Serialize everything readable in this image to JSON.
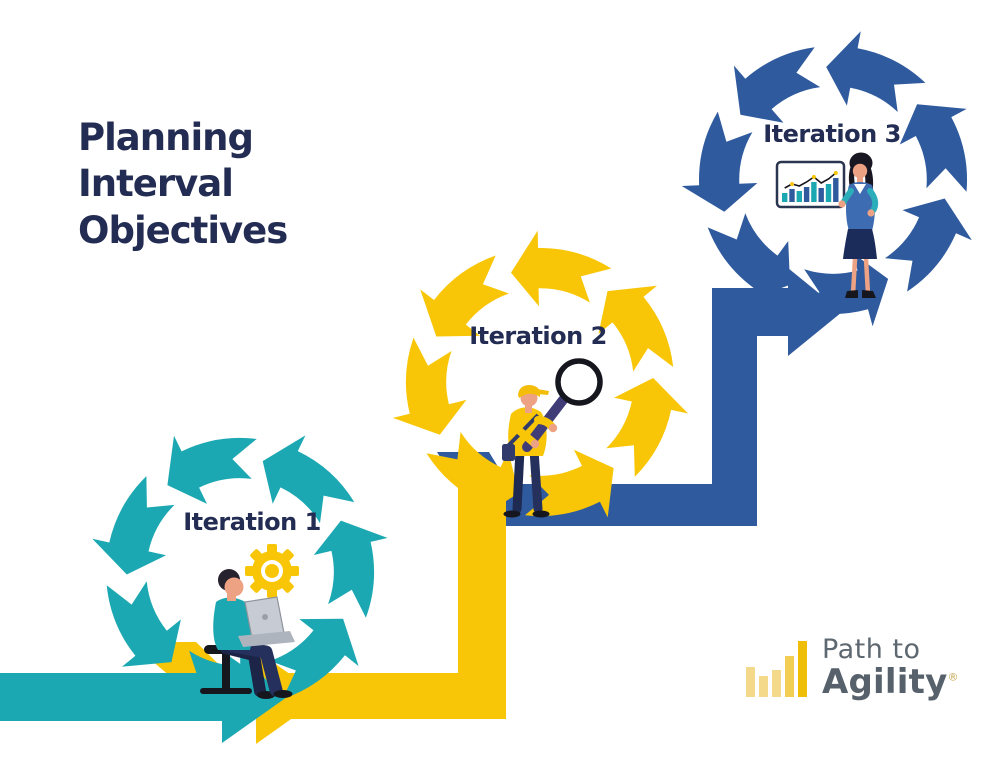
{
  "title": {
    "text": "Planning\nInterval\nObjectives"
  },
  "cycles": [
    {
      "label": "Iteration 1",
      "color_key": "teal",
      "icon": "gear-icon",
      "illustration": "man-working-on-laptop"
    },
    {
      "label": "Iteration 2",
      "color_key": "yellow",
      "icon": "magnifying-glass-icon",
      "illustration": "man-holding-magnifying-glass"
    },
    {
      "label": "Iteration 3",
      "color_key": "blue",
      "icon": "growth-chart-board-icon",
      "illustration": "woman-presenting-growth-chart"
    }
  ],
  "presentation_board": {
    "type": "bar-line",
    "bar_heights": [
      9,
      13,
      11,
      15,
      20,
      14,
      18,
      24
    ],
    "dot_indices": [
      1,
      4,
      7
    ]
  },
  "logo": {
    "line1": "Path to",
    "line2": "Agility",
    "registered": "®"
  },
  "colors": {
    "teal": "#1CA8B2",
    "yellow": "#F8C606",
    "blue": "#2F5B9E",
    "navy": "#232C52",
    "skin": "#EDA283",
    "dark": "#16161E",
    "logo_gray": "#5E6870",
    "logo_dark_gray": "#57616B",
    "logo_gold": "#EFBE06",
    "logo_mid_gold": "#F3CE55",
    "logo_pale_gold": "#F5D98A",
    "registered_gold": "#C8A854"
  }
}
